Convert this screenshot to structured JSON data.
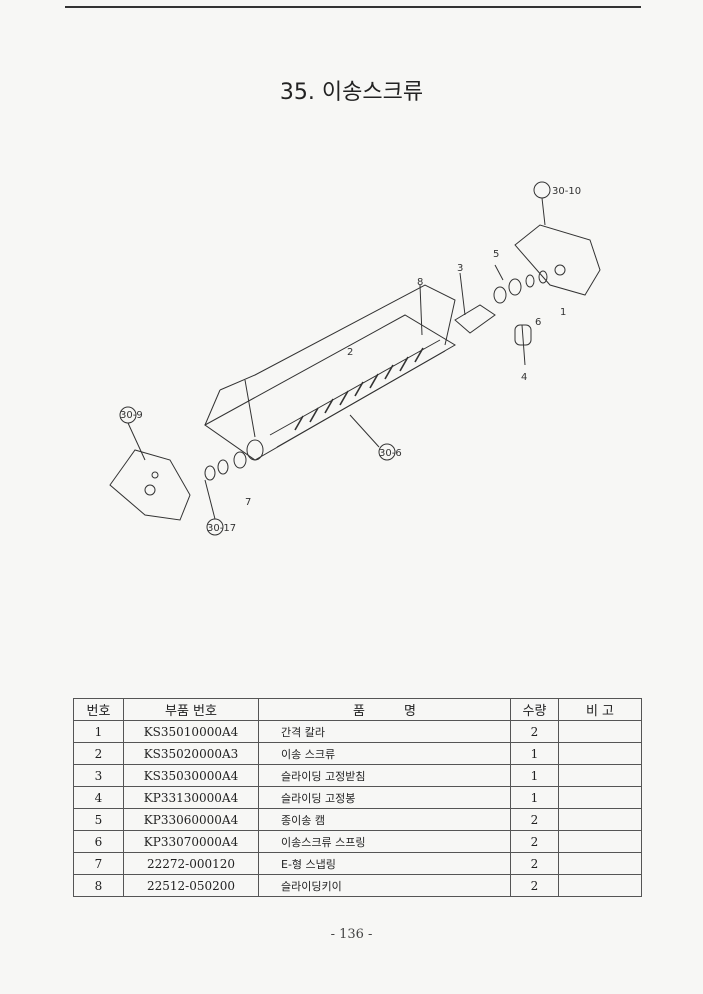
{
  "title": "35. 이송스크류",
  "diagram": {
    "callouts": [
      "30-10",
      "30-9",
      "30-17",
      "30-6",
      "1",
      "2",
      "3",
      "4",
      "5",
      "6",
      "7",
      "8"
    ]
  },
  "table": {
    "headers": [
      "번호",
      "부품 번호",
      "품　　　명",
      "수량",
      "비 고"
    ],
    "rows": [
      {
        "no": "1",
        "part": "KS35010000A4",
        "name": "간격 칼라",
        "qty": "2",
        "note": ""
      },
      {
        "no": "2",
        "part": "KS35020000A3",
        "name": "이송 스크류",
        "qty": "1",
        "note": ""
      },
      {
        "no": "3",
        "part": "KS35030000A4",
        "name": "슬라이딩 고정받침",
        "qty": "1",
        "note": ""
      },
      {
        "no": "4",
        "part": "KP33130000A4",
        "name": "슬라이딩 고정봉",
        "qty": "1",
        "note": ""
      },
      {
        "no": "5",
        "part": "KP33060000A4",
        "name": "종이송 캠",
        "qty": "2",
        "note": ""
      },
      {
        "no": "6",
        "part": "KP33070000A4",
        "name": "이송스크류 스프링",
        "qty": "2",
        "note": ""
      },
      {
        "no": "7",
        "part": "22272-000120",
        "name": "E-형 스냅링",
        "qty": "2",
        "note": ""
      },
      {
        "no": "8",
        "part": "22512-050200",
        "name": "슬라이딩키이",
        "qty": "2",
        "note": ""
      }
    ]
  },
  "page_number": "- 136 -"
}
